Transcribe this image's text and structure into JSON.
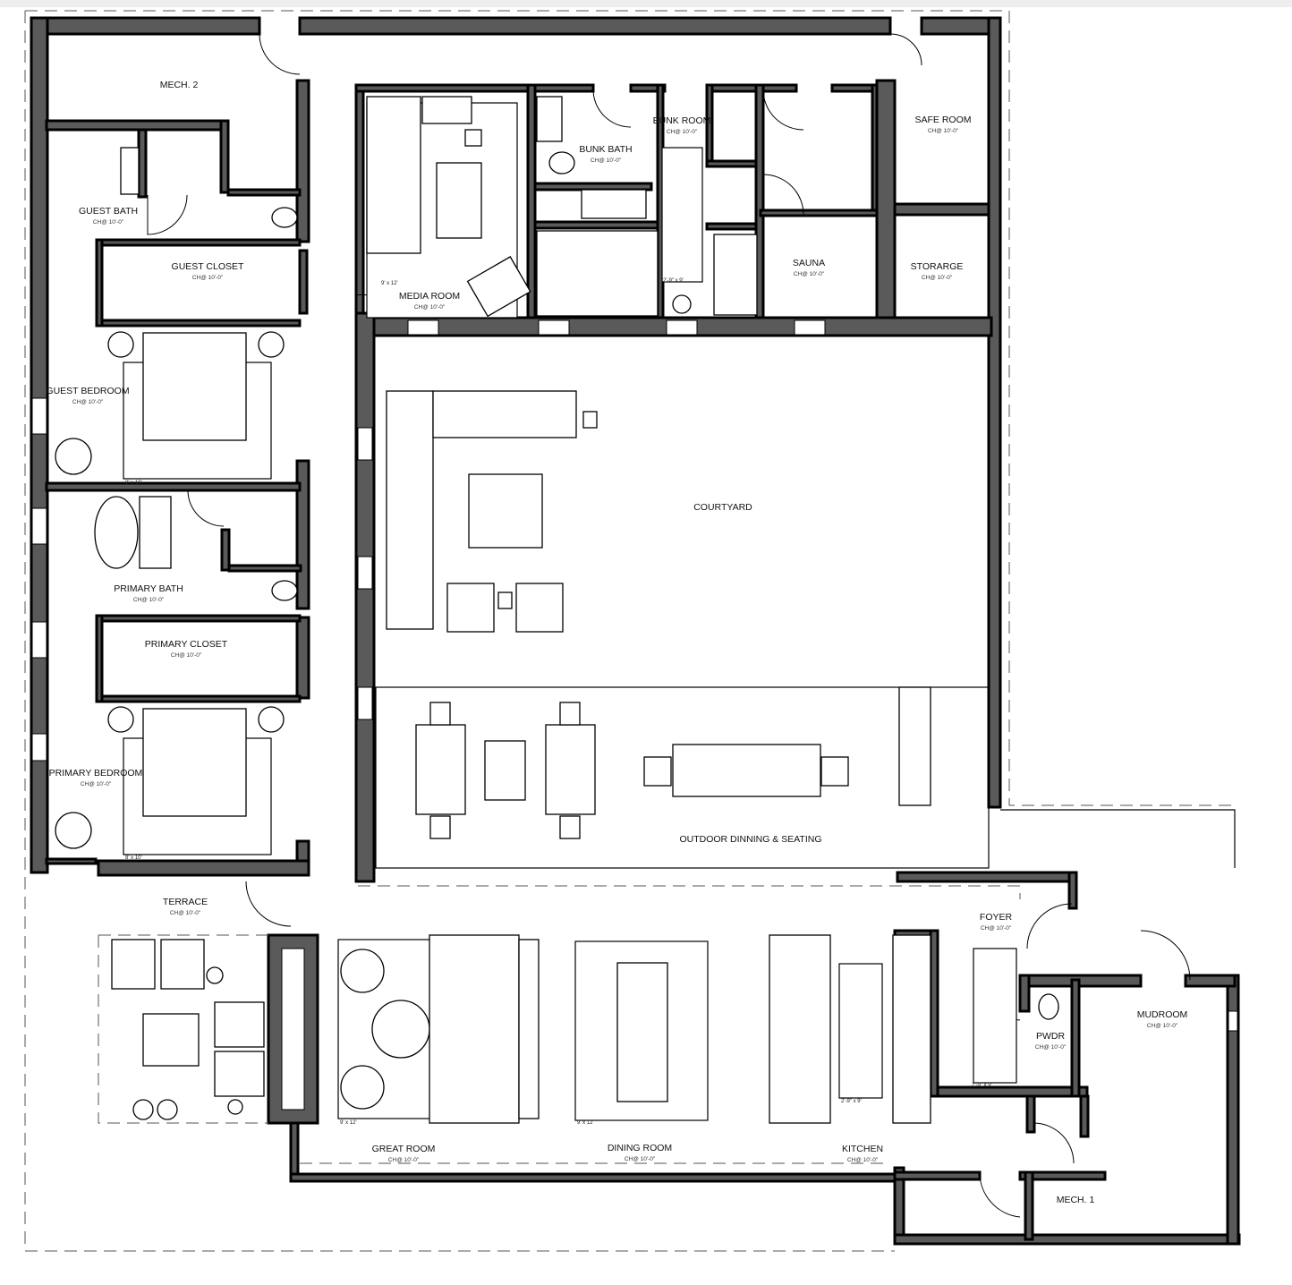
{
  "rooms": {
    "mech2": {
      "name": "MECH. 2"
    },
    "guest_bath": {
      "name": "GUEST BATH",
      "ceiling": "CH@ 10'-0\""
    },
    "guest_closet": {
      "name": "GUEST CLOSET",
      "ceiling": "CH@ 10'-0\""
    },
    "guest_bedroom": {
      "name": "GUEST BEDROOM",
      "ceiling": "CH@ 10'-0\""
    },
    "primary_bath": {
      "name": "PRIMARY BATH",
      "ceiling": "CH@ 10'-0\""
    },
    "primary_closet": {
      "name": "PRIMARY CLOSET",
      "ceiling": "CH@ 10'-0\""
    },
    "primary_bedroom": {
      "name": "PRIMARY BEDROOM",
      "ceiling": "CH@ 10'-0\""
    },
    "media_room": {
      "name": "MEDIA ROOM",
      "ceiling": "CH@ 10'-0\""
    },
    "bunk_bath": {
      "name": "BUNK BATH",
      "ceiling": "CH@ 10'-0\""
    },
    "bunk_room": {
      "name": "BUNK ROOM",
      "ceiling": "CH@ 10'-0\""
    },
    "sauna": {
      "name": "SAUNA",
      "ceiling": "CH@ 10'-0\""
    },
    "safe_room": {
      "name": "SAFE ROOM",
      "ceiling": "CH@ 10'-0\""
    },
    "storage": {
      "name": "STORARGE",
      "ceiling": "CH@ 10'-0\""
    },
    "courtyard": {
      "name": "COURTYARD"
    },
    "outdoor": {
      "name": "OUTDOOR DINNING & SEATING"
    },
    "terrace": {
      "name": "TERRACE",
      "ceiling": "CH@ 10'-0\""
    },
    "great_room": {
      "name": "GREAT ROOM",
      "ceiling": "CH@ 10'-0\""
    },
    "dining_room": {
      "name": "DINING ROOM",
      "ceiling": "CH@ 10'-0\""
    },
    "kitchen": {
      "name": "KITCHEN",
      "ceiling": "CH@ 10'-0\""
    },
    "foyer": {
      "name": "FOYER",
      "ceiling": "CH@ 10'-0\""
    },
    "pwdr": {
      "name": "PWDR",
      "ceiling": "CH@ 10'-0\""
    },
    "mudroom": {
      "name": "MUDROOM",
      "ceiling": "CH@ 10'-0\""
    },
    "mech1": {
      "name": "MECH. 1"
    }
  },
  "rugs": {
    "media": "9' x 12'",
    "guest_bed": "8' x 10'",
    "primary_bed": "8' x 10'",
    "bunk": "2'-9\" x 9'",
    "great": "9' x 12'",
    "dining": "9' x 12'",
    "kitchen": "2'-9\" x 9'",
    "foyer": "2'-9\" x 9'"
  }
}
